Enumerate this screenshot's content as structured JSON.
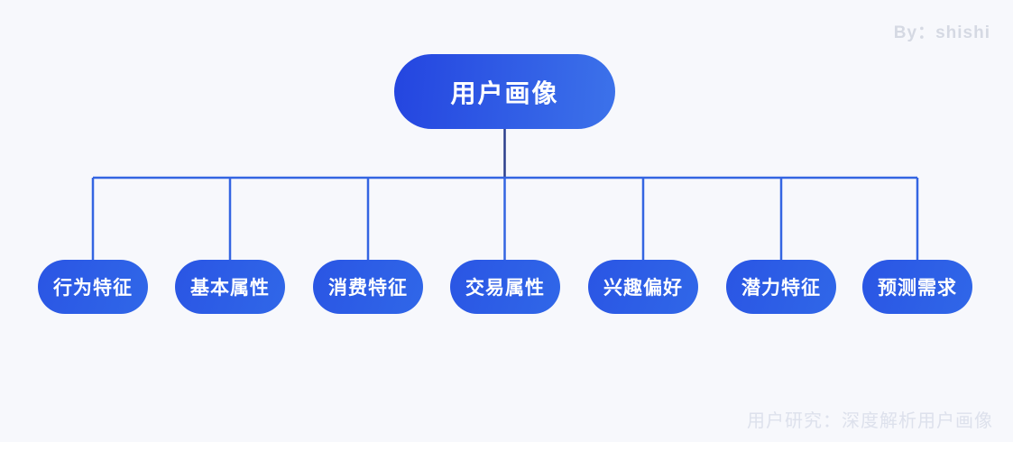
{
  "byline": "By：shishi",
  "footer": "用户研究：深度解析用户画像",
  "root": {
    "label": "用户画像"
  },
  "children": [
    {
      "label": "行为特征"
    },
    {
      "label": "基本属性"
    },
    {
      "label": "消费特征"
    },
    {
      "label": "交易属性"
    },
    {
      "label": "兴趣偏好"
    },
    {
      "label": "潜力特征"
    },
    {
      "label": "预测需求"
    }
  ],
  "colors": {
    "board_background": "#f7f8fc",
    "bottom_strip": "#ffffff",
    "root_gradient_start": "#2445e0",
    "root_gradient_end": "#3c72ea",
    "child_fill": "#2c5fe6",
    "connector_line": "#3465e2",
    "root_stub_line": "#2b3f8c",
    "node_text": "#ffffff",
    "watermark_text": "#dde1ec"
  }
}
